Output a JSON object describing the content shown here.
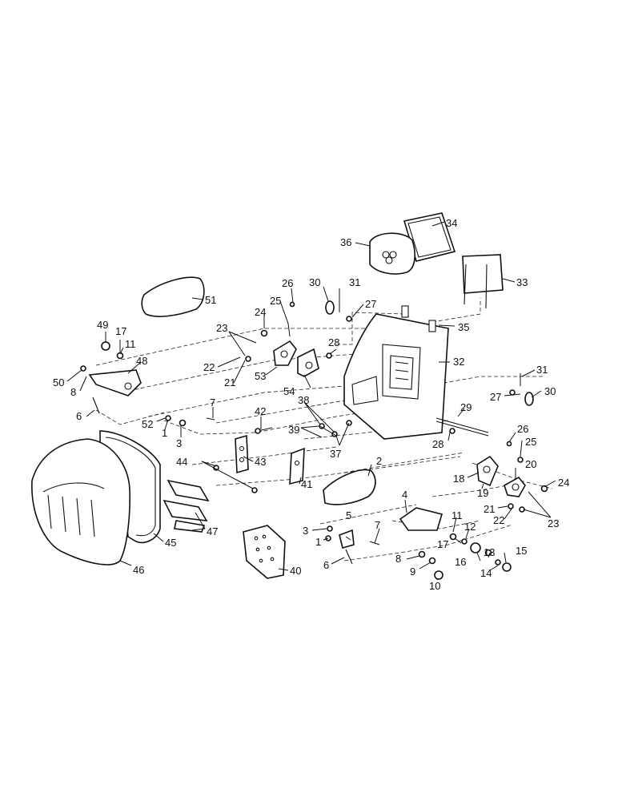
{
  "diagram": {
    "colors": {
      "ink": "#111111",
      "paper": "#ffffff"
    },
    "callouts": [
      {
        "id": "c1",
        "text": "34"
      },
      {
        "id": "c2",
        "text": "36"
      },
      {
        "id": "c3",
        "text": "33"
      },
      {
        "id": "c4",
        "text": "30"
      },
      {
        "id": "c5",
        "text": "31"
      },
      {
        "id": "c6",
        "text": "26"
      },
      {
        "id": "c7",
        "text": "27"
      },
      {
        "id": "c8",
        "text": "25"
      },
      {
        "id": "c9",
        "text": "35"
      },
      {
        "id": "c10",
        "text": "51"
      },
      {
        "id": "c11",
        "text": "24"
      },
      {
        "id": "c12",
        "text": "23"
      },
      {
        "id": "c13",
        "text": "28"
      },
      {
        "id": "c14",
        "text": "32"
      },
      {
        "id": "c15",
        "text": "49"
      },
      {
        "id": "c16",
        "text": "17"
      },
      {
        "id": "c17",
        "text": "11"
      },
      {
        "id": "c18",
        "text": "22"
      },
      {
        "id": "c19",
        "text": "53"
      },
      {
        "id": "c20",
        "text": "48"
      },
      {
        "id": "c21",
        "text": "21"
      },
      {
        "id": "c22",
        "text": "54"
      },
      {
        "id": "c23",
        "text": "31"
      },
      {
        "id": "c24",
        "text": "50"
      },
      {
        "id": "c25",
        "text": "8"
      },
      {
        "id": "c26",
        "text": "27"
      },
      {
        "id": "c27",
        "text": "30"
      },
      {
        "id": "c28",
        "text": "38"
      },
      {
        "id": "c29",
        "text": "7"
      },
      {
        "id": "c30",
        "text": "29"
      },
      {
        "id": "c31",
        "text": "6"
      },
      {
        "id": "c32",
        "text": "52"
      },
      {
        "id": "c33",
        "text": "42"
      },
      {
        "id": "c34",
        "text": "39"
      },
      {
        "id": "c35",
        "text": "1"
      },
      {
        "id": "c36",
        "text": "3"
      },
      {
        "id": "c37",
        "text": "28"
      },
      {
        "id": "c38",
        "text": "26"
      },
      {
        "id": "c39",
        "text": "37"
      },
      {
        "id": "c40",
        "text": "25"
      },
      {
        "id": "c41",
        "text": "44"
      },
      {
        "id": "c42",
        "text": "43"
      },
      {
        "id": "c43",
        "text": "2"
      },
      {
        "id": "c44",
        "text": "20"
      },
      {
        "id": "c45",
        "text": "18"
      },
      {
        "id": "c46",
        "text": "24"
      },
      {
        "id": "c47",
        "text": "41"
      },
      {
        "id": "c48",
        "text": "19"
      },
      {
        "id": "c49",
        "text": "21"
      },
      {
        "id": "c50",
        "text": "4"
      },
      {
        "id": "c51",
        "text": "22"
      },
      {
        "id": "c52",
        "text": "23"
      },
      {
        "id": "c53",
        "text": "5"
      },
      {
        "id": "c54",
        "text": "11"
      },
      {
        "id": "c55",
        "text": "3"
      },
      {
        "id": "c56",
        "text": "47"
      },
      {
        "id": "c57",
        "text": "7"
      },
      {
        "id": "c58",
        "text": "12"
      },
      {
        "id": "c59",
        "text": "1"
      },
      {
        "id": "c60",
        "text": "17"
      },
      {
        "id": "c61",
        "text": "45"
      },
      {
        "id": "c62",
        "text": "13"
      },
      {
        "id": "c63",
        "text": "15"
      },
      {
        "id": "c64",
        "text": "16"
      },
      {
        "id": "c65",
        "text": "6"
      },
      {
        "id": "c66",
        "text": "8"
      },
      {
        "id": "c67",
        "text": "46"
      },
      {
        "id": "c68",
        "text": "9"
      },
      {
        "id": "c69",
        "text": "14"
      },
      {
        "id": "c70",
        "text": "40"
      },
      {
        "id": "c71",
        "text": "10"
      }
    ]
  }
}
